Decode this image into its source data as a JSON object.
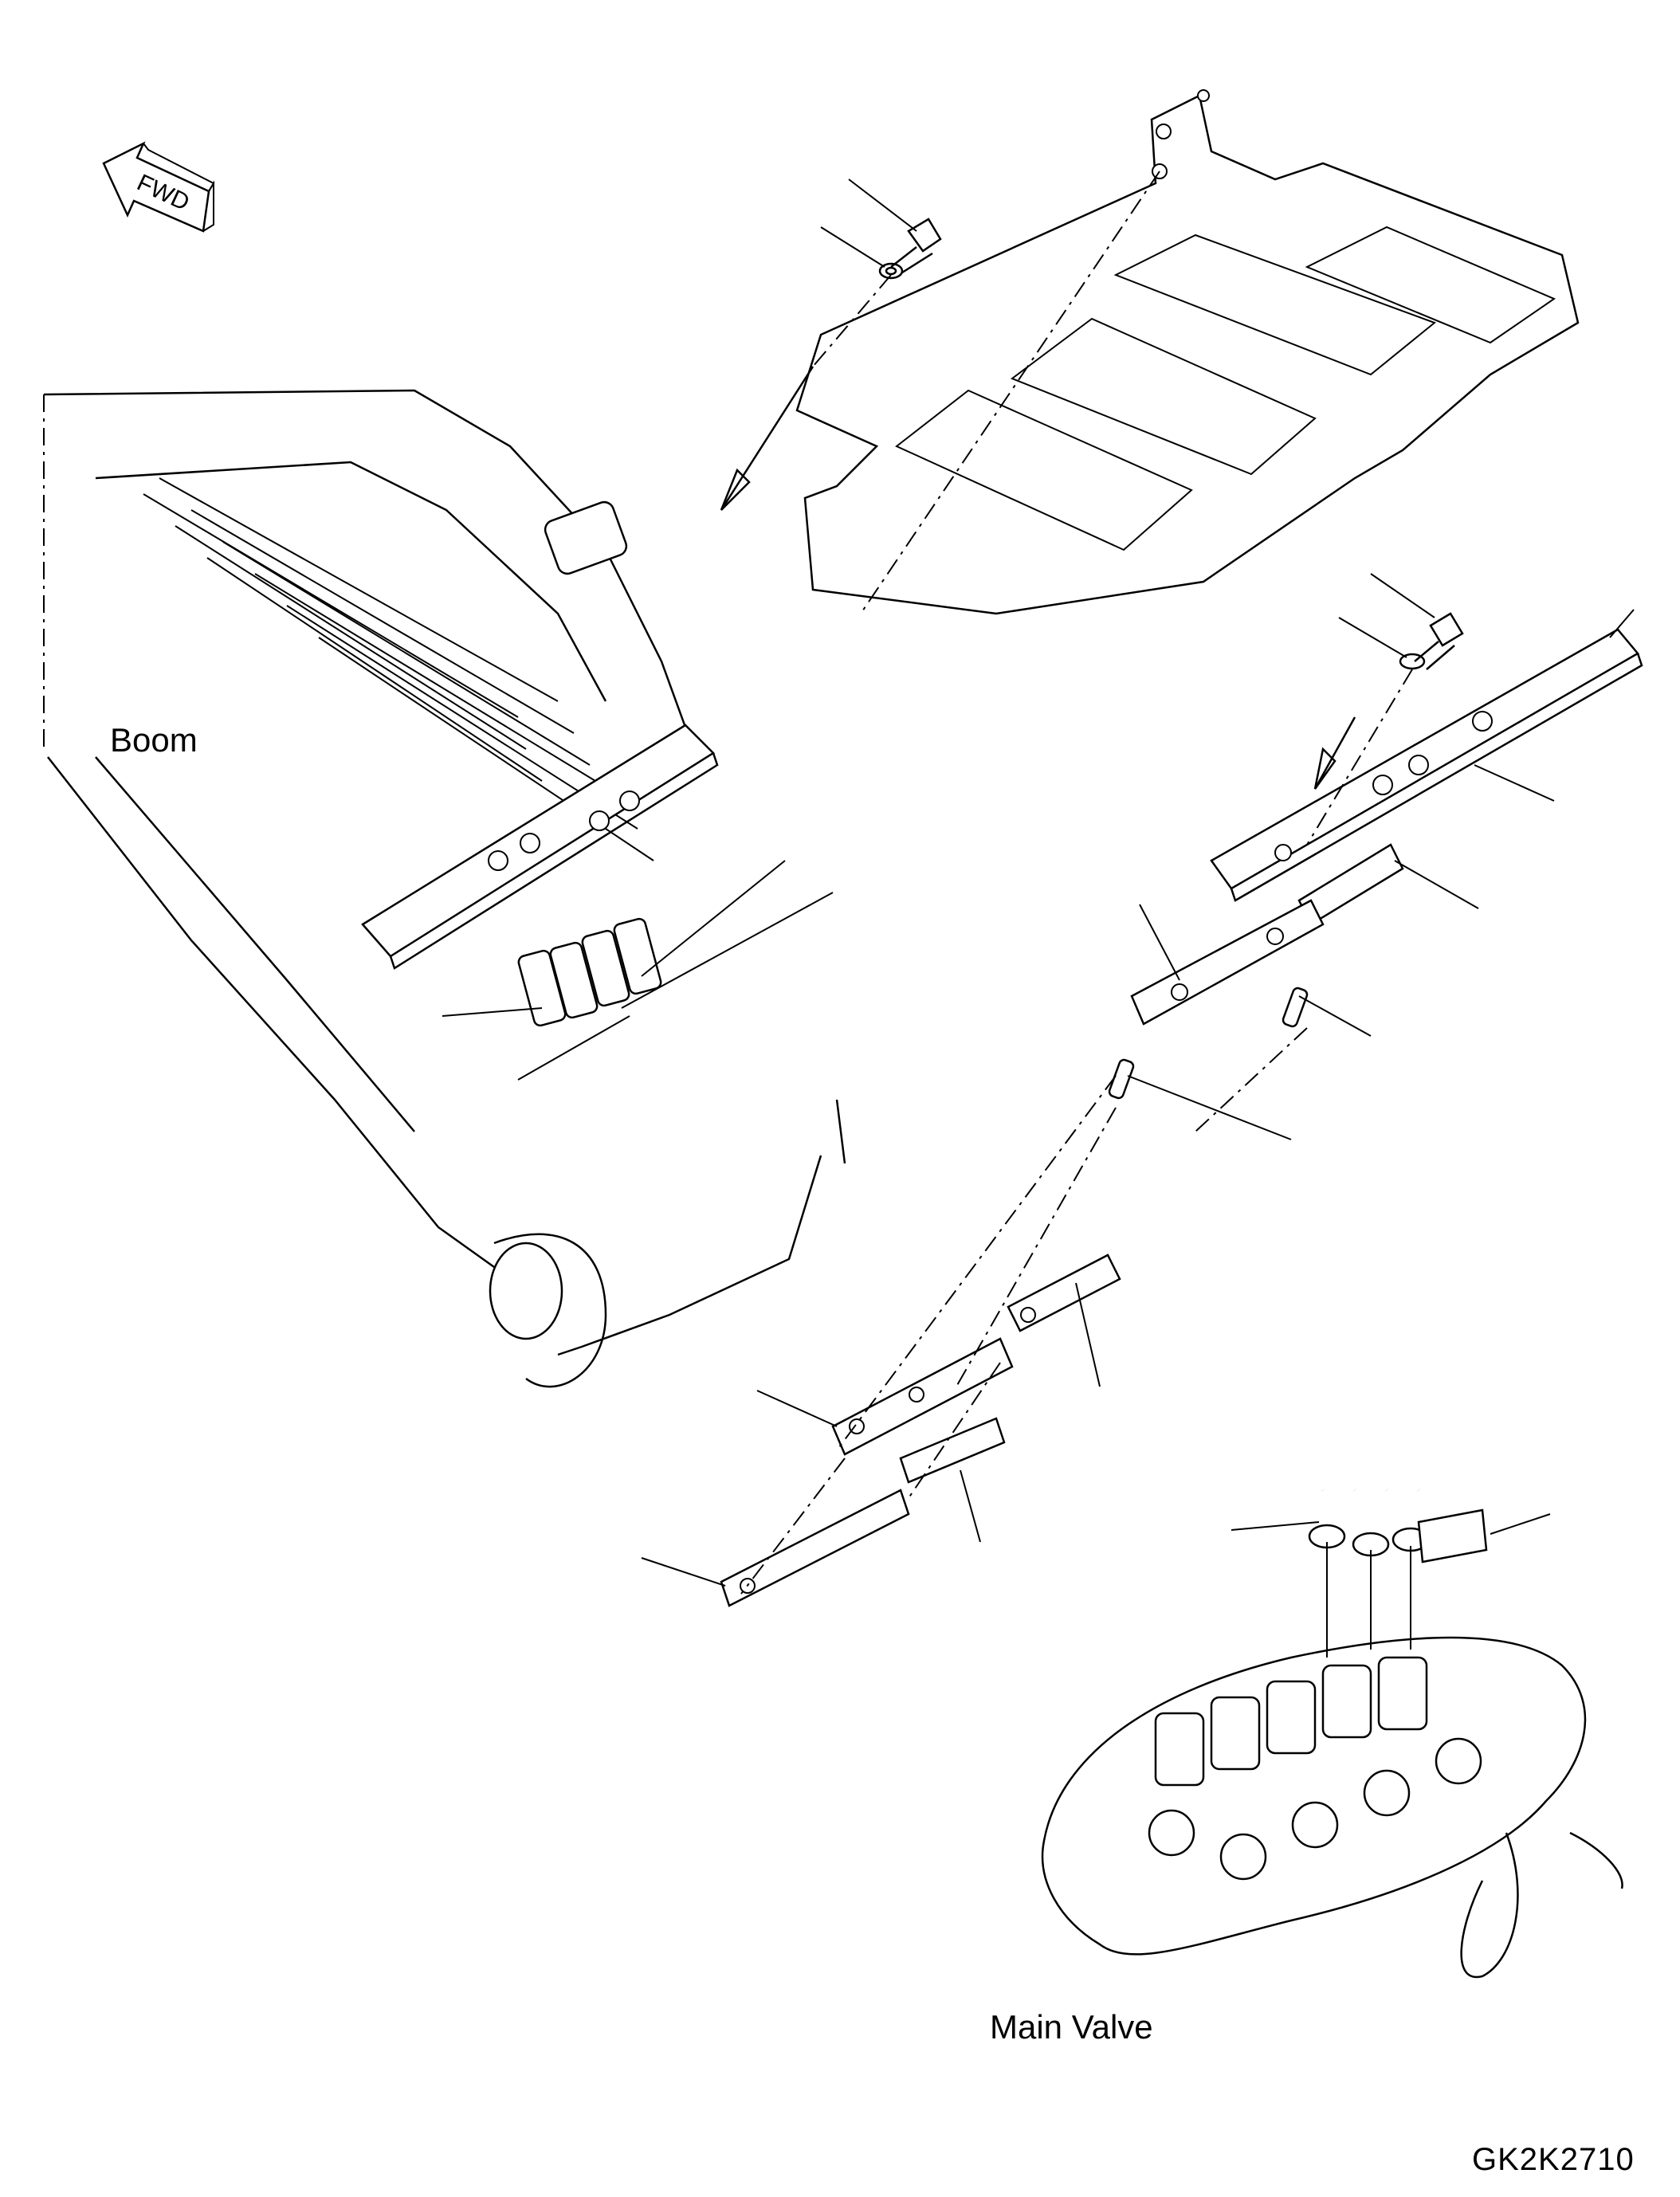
{
  "labels": {
    "boom": "Boom",
    "main_valve": "Main Valve",
    "drawing_code": "GK2K2710",
    "fwd": "FWD"
  },
  "colors": {
    "line": "#000000",
    "background": "#ffffff"
  },
  "icons": [
    "fwd-arrow-icon"
  ]
}
